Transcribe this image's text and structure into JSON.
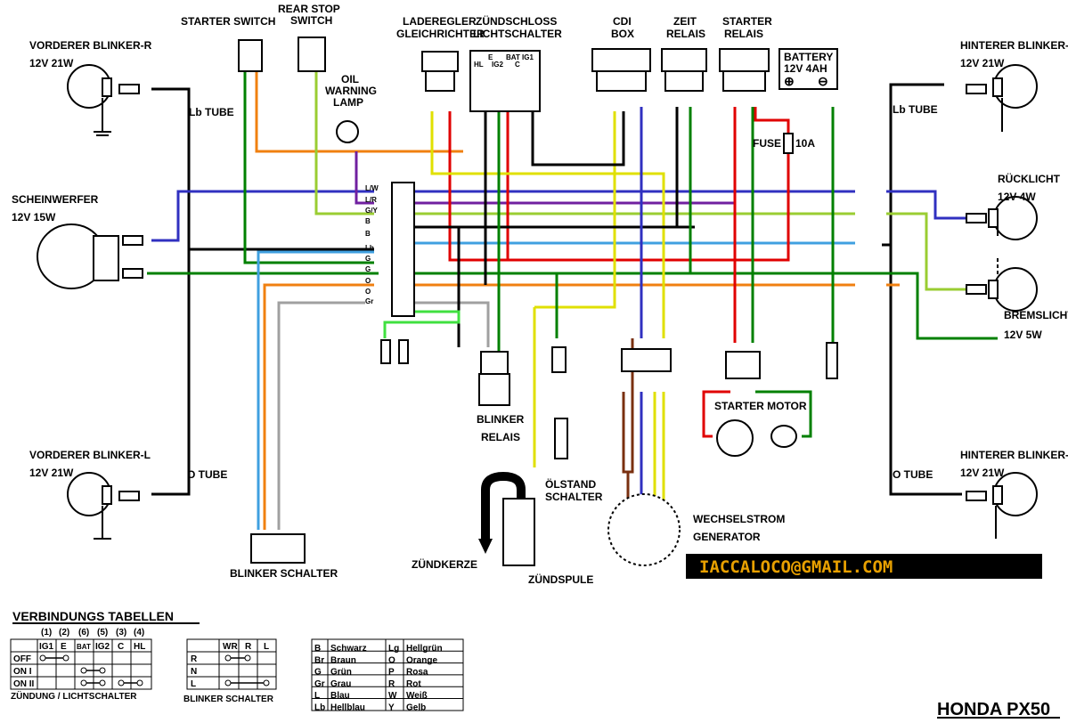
{
  "components": {
    "starter_switch": "STARTER SWITCH",
    "rear_stop_switch_1": "REAR  STOP",
    "rear_stop_switch_2": "SWITCH",
    "oil_warning_1": "OIL",
    "oil_warning_2": "WARNING",
    "oil_warning_3": "LAMP",
    "laderegler_1": "LADEREGLER",
    "laderegler_2": "GLEICHRICHTER",
    "zuendschloss_1": "ZÜNDSCHLOSS",
    "zuendschloss_2": "LICHTSCHALTER",
    "cdi_1": "CDI",
    "cdi_2": "BOX",
    "zeit_1": "ZEIT",
    "zeit_2": "RELAIS",
    "starter_relais_1": "STARTER",
    "starter_relais_2": "RELAIS",
    "battery_1": "BATTERY",
    "battery_2": "12V    4AH",
    "fuse": "FUSE",
    "fuse_val": "10A",
    "vorderer_r_1": "VORDERER BLINKER-R",
    "vorderer_r_2": "12V 21W",
    "vorderer_l_1": "VORDERER BLINKER-L",
    "vorderer_l_2": "12V 21W",
    "hinterer_r_1": "HINTERER BLINKER-R",
    "hinterer_r_2": "12V 21W",
    "hinterer_l_1": "HINTERER BLINKER-L",
    "hinterer_l_2": "12V 21W",
    "scheinwerfer_1": "SCHEINWERFER",
    "scheinwerfer_2": "12V 15W",
    "ruecklicht_1": "RÜCKLICHT",
    "ruecklicht_2": "12V 4W",
    "bremslicht_1": "BREMSLICHT",
    "bremslicht_2": "12V 5W",
    "blinker_relais_1": "BLINKER",
    "blinker_relais_2": "RELAIS",
    "oelstand_1": "ÖLSTAND",
    "oelstand_2": "SCHALTER",
    "starter_motor": "STARTER MOTOR",
    "generator_1": "WECHSELSTROM",
    "generator_2": "GENERATOR",
    "zuendkerze": "ZÜNDKERZE",
    "zuendspule": "ZÜNDSPULE",
    "blinker_schalter": "BLINKER SCHALTER",
    "lb_tube_l": "Lb TUBE",
    "lb_tube_r": "Lb TUBE",
    "o_tube_l": "O TUBE",
    "o_tube_r": "O TUBE"
  },
  "switch_pins": {
    "hl": "HL",
    "e": "E",
    "ig2": "IG2",
    "bat": "BAT",
    "ig1": "IG1",
    "c": "C"
  },
  "connector_labels": [
    "L/W",
    "L/R",
    "G/Y",
    "B",
    "B",
    "Lb",
    "G",
    "G",
    "O",
    "O",
    "Gr"
  ],
  "email": "IACCALOCO@GMAIL.COM",
  "model": "HONDA PX50",
  "tables": {
    "title": "VERBINDUNGS TABELLEN",
    "switch_numbers": [
      "(1)",
      "(2)",
      "(6)",
      "(5)",
      "(3)",
      "(4)"
    ],
    "switch_headers": [
      "IG1",
      "E",
      "BAT",
      "IG2",
      "C",
      "HL"
    ],
    "switch_rows": [
      "OFF",
      "ON I",
      "ON II"
    ],
    "switch_caption": "ZÜNDUNG / LICHTSCHALTER",
    "blinker_headers": [
      "WR",
      "R",
      "L"
    ],
    "blinker_rows": [
      "R",
      "N",
      "L"
    ],
    "blinker_caption": "BLINKER SCHALTER",
    "colors": [
      [
        "B",
        "Schwarz",
        "Lg",
        "Hellgrün"
      ],
      [
        "Br",
        "Braun",
        "O",
        "Orange"
      ],
      [
        "G",
        "Grün",
        "P",
        "Rosa"
      ],
      [
        "Gr",
        "Grau",
        "R",
        "Rot"
      ],
      [
        "L",
        "Blau",
        "W",
        "Weiß"
      ],
      [
        "Lb",
        "Hellblau",
        "Y",
        "Gelb"
      ]
    ]
  },
  "wire_colors": {
    "black": "#000000",
    "green": "#008000",
    "blue": "#3030c0",
    "lightblue": "#40a0e0",
    "orange": "#f08010",
    "yellow": "#e0e000",
    "red": "#e00000",
    "purple": "#7020a0",
    "gray": "#a0a0a0",
    "brown": "#7a3010",
    "lightgreen": "#40e040",
    "greenyellow": "#9acd32"
  }
}
